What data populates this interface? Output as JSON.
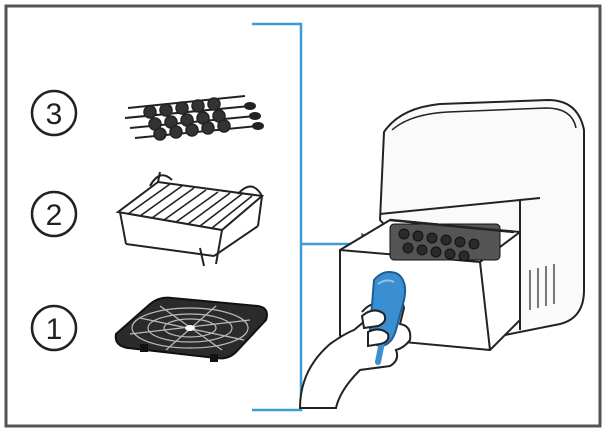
{
  "steps": [
    {
      "label": "3",
      "part": "skewer-rack-icon"
    },
    {
      "label": "2",
      "part": "double-layer-rack-icon"
    },
    {
      "label": "1",
      "part": "crisper-plate-icon"
    }
  ],
  "colors": {
    "border": "#555555",
    "bracket": "#3b9bd4",
    "accent": "#3b8fd0",
    "ink": "#222222"
  }
}
